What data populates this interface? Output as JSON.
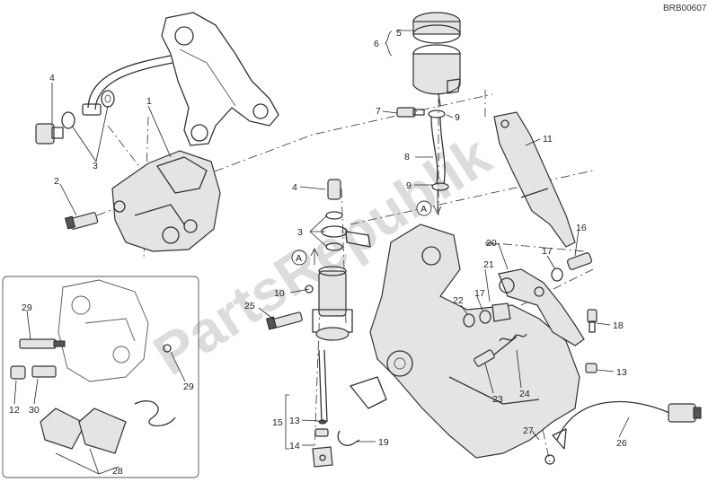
{
  "diagram_code": "BRB00607",
  "watermark": "PartsRepublik",
  "ref_marker": "A",
  "labels": {
    "n1": "1",
    "n2": "2",
    "n3a": "3",
    "n3b": "3",
    "n4a": "4",
    "n4b": "4",
    "n5": "5",
    "n6": "6",
    "n7": "7",
    "n8": "8",
    "n9a": "9",
    "n9b": "9",
    "n10": "10",
    "n11": "11",
    "n12": "12",
    "n13a": "13",
    "n13b": "13",
    "n14": "14",
    "n15": "15",
    "n16": "16",
    "n17a": "17",
    "n17b": "17",
    "n18": "18",
    "n19": "19",
    "n20": "20",
    "n21": "21",
    "n22": "22",
    "n23": "23",
    "n24": "24",
    "n25": "25",
    "n26": "26",
    "n27": "27",
    "n28": "28",
    "n29a": "29",
    "n29b": "29",
    "n30": "30"
  }
}
